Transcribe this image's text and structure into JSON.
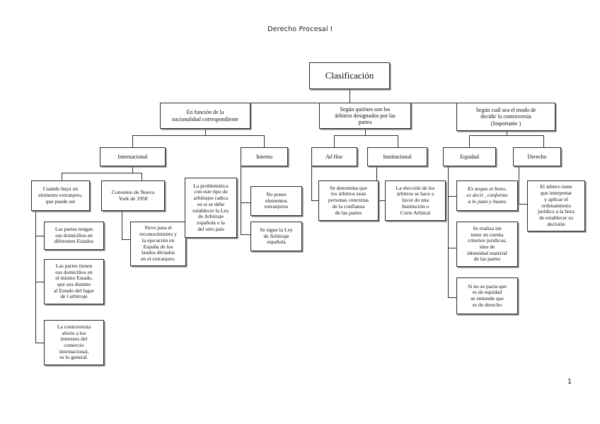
{
  "document": {
    "header_title": "Derecho Procesal I",
    "page_number": "1"
  },
  "diagram": {
    "type": "tree-flowchart",
    "root": {
      "label": "Clasificación"
    },
    "level1": [
      {
        "label": "En función de la\nnacionalidad correspondiente"
      },
      {
        "label": "Según quiénes son los\nárbitros designados por las\npartes"
      },
      {
        "label": "Según cuál sea el modo de\ndecidir la controversia\n(Importante )"
      }
    ],
    "level2": [
      {
        "label": "Internacional",
        "italic": false
      },
      {
        "label": "Interno",
        "italic": false
      },
      {
        "label": "Ad Hoc",
        "italic": true
      },
      {
        "label": "Institucional",
        "italic": false
      },
      {
        "label": "Equidad",
        "italic": false
      },
      {
        "label": "Derecho",
        "italic": false
      }
    ],
    "leaves": [
      {
        "id": "internacional-1",
        "label": "Cuando haya un\nelemento extranjero,\nque puede ser",
        "italic": false
      },
      {
        "id": "internacional-1a",
        "label": "Las partes tengan\nsus domicilios en\ndiferentes Estados",
        "italic": false
      },
      {
        "id": "internacional-1b",
        "label": "Las partes tienen\nsus domicilios en\nel mismo Estado,\nque sea distinto\nal Estado del lugar\nde l arbitraje",
        "italic": false
      },
      {
        "id": "internacional-1c",
        "label": "La controversia\nafecte a los\nintereses del\ncomercio\ninternacional,\nes lo general.",
        "italic": false
      },
      {
        "id": "internacional-2",
        "label": "Convenio de Nueva\nYork de 1958",
        "italic": false
      },
      {
        "id": "internacional-2a",
        "label": "Sirve para el\nreconocimiento y\nla ejecución en\nEspaña de los\nlaudos dictados\nen el extranjero.",
        "italic": false
      },
      {
        "id": "internacional-3",
        "label": "La problemática\ncon este tipo de\narbitrajes radica\nen si se debe\nestablecer la Ley\nde Arbitraje\nespañola o la\ndel otro país",
        "italic": false
      },
      {
        "id": "interno-1",
        "label": "No posee\nelementos\nextranjeros",
        "italic": false
      },
      {
        "id": "interno-2",
        "label": "Se sigue la Ley\nde Arbitraje\nespañola",
        "italic": false
      },
      {
        "id": "adhoc-1",
        "label": "Se determina que\nlos árbitros sean\npersonas concretas\nde la confianza\nde las partes",
        "italic": false
      },
      {
        "id": "institucional-1",
        "label": "La elección de los\nárbitros se hace a\nfavor de una\nInstitución o\nCorte Arbitral",
        "italic": false
      },
      {
        "id": "equidad-1",
        "label": "Ex aequo et bono,\nes decir , conforme\na lo justo y bueno",
        "italic": true
      },
      {
        "id": "equidad-2",
        "label": "Se realiza sin\ntener en cuenta\ncriterios jurídicos,\nsino de\nidoneidad material\nde las partes",
        "italic": false
      },
      {
        "id": "equidad-3",
        "label": "Si no se pacta que\nes de equidad\nse entiende que\nes de derecho",
        "italic": false
      },
      {
        "id": "derecho-1",
        "label": "El árbitro tiene\nque interpretar\ny aplicar el\nordenamiento\njurídico a la hora\nde establecer su\ndecisión",
        "italic": false
      }
    ],
    "colors": {
      "box_border": "#2b2b2b",
      "box_shadow": "#808080",
      "box_fill": "#ffffff",
      "connector": "#2b2b2b",
      "text": "#0d0d0d"
    }
  }
}
